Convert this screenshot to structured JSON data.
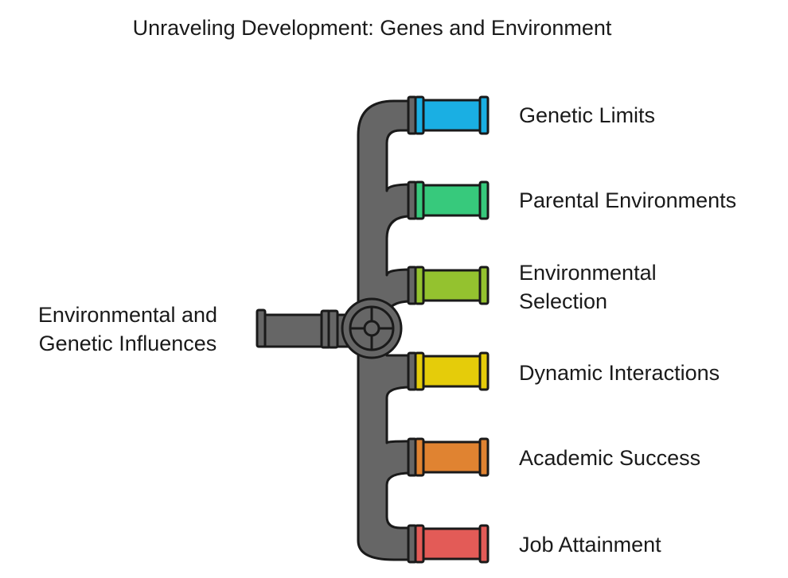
{
  "title": "Unraveling Development: Genes and Environment",
  "source": {
    "line1": "Environmental and",
    "line2": "Genetic Influences"
  },
  "outputs": [
    {
      "line1": "Genetic Limits",
      "line2": "",
      "color": "#1aafe3"
    },
    {
      "line1": "Parental Environments",
      "line2": "",
      "color": "#37c97c"
    },
    {
      "line1": "Environmental",
      "line2": "Selection",
      "color": "#94c22f"
    },
    {
      "line1": "Dynamic Interactions",
      "line2": "",
      "color": "#e5cc0a"
    },
    {
      "line1": "Academic Success",
      "line2": "",
      "color": "#e08331"
    },
    {
      "line1": "Job Attainment",
      "line2": "",
      "color": "#e35b57"
    }
  ],
  "colors": {
    "pipe": "#666666",
    "outline": "#1a1a1a"
  }
}
